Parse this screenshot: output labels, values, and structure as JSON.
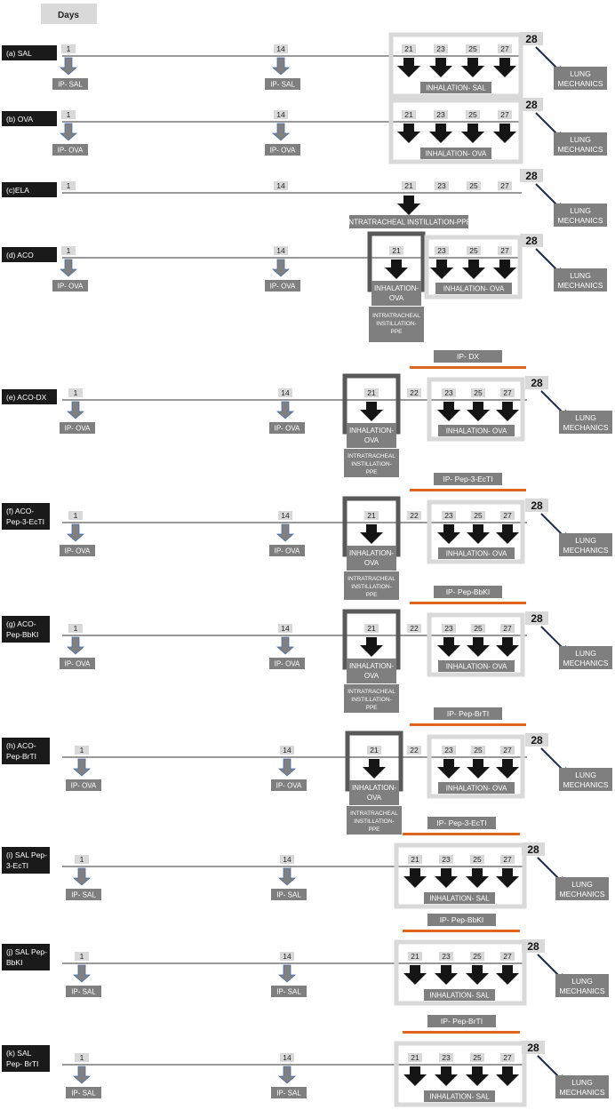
{
  "header": {
    "days_label": "Days"
  },
  "colors": {
    "group_label_bg": "#1a1a1a",
    "label_box_bg": "#7f7f7f",
    "day_box_bg": "#d9d9d9",
    "frame_light": "#d9d9d9",
    "frame_dark": "#595959",
    "treatment_bar": "#e0641e",
    "arrow_blue": "#4a6fb0",
    "arrow_navy": "#1f2d4d",
    "arrow_black": "#141414",
    "ip_arrow": "#808080"
  },
  "rows": [
    {
      "id": "a",
      "label": [
        "(a) SAL"
      ],
      "type": "A",
      "ip_label": "IP- SAL",
      "inhal_label": "INHALATION- SAL",
      "day_labels": [
        "1",
        "14",
        "21",
        "23",
        "25",
        "27",
        "28"
      ],
      "end_label": [
        "LUNG",
        "MECHANICS"
      ]
    },
    {
      "id": "b",
      "label": [
        "(b) OVA"
      ],
      "type": "A",
      "ip_label": "IP- OVA",
      "inhal_label": "INHALATION- OVA",
      "day_labels": [
        "1",
        "14",
        "21",
        "23",
        "25",
        "27",
        "28"
      ],
      "end_label": [
        "LUNG",
        "MECHANICS"
      ]
    },
    {
      "id": "c",
      "label": [
        "(c)ELA"
      ],
      "type": "C",
      "itp_label": "INTRATRACHEAL INSTILLATION-PPE",
      "day_labels": [
        "1",
        "14",
        "21",
        "23",
        "25",
        "27",
        "28"
      ],
      "end_label": [
        "LUNG",
        "MECHANICS"
      ]
    },
    {
      "id": "d",
      "label": [
        "(d) ACO"
      ],
      "type": "D",
      "ip_label": "IP- OVA",
      "inhal_label": "INHALATION- OVA",
      "inhal21": [
        "INHALATION-",
        "OVA"
      ],
      "itp": [
        "INTRATRACHEAL",
        "INSTILLATION-",
        "PPE"
      ],
      "day_labels": [
        "1",
        "14",
        "21",
        "23",
        "25",
        "27",
        "28"
      ],
      "end_label": [
        "LUNG",
        "MECHANICS"
      ]
    },
    {
      "id": "e",
      "label": [
        "(e) ACO-DX"
      ],
      "type": "E",
      "ip_label": "IP- OVA",
      "inhal_label": "INHALATION- OVA",
      "treatment": "IP- DX",
      "inhal21": [
        "INHALATION-",
        "OVA"
      ],
      "itp": [
        "INTRATRACHEAL",
        "INSTILLATION-",
        "PPE"
      ],
      "day_labels": [
        "1",
        "14",
        "21",
        "22",
        "23",
        "25",
        "27",
        "28"
      ],
      "end_label": [
        "LUNG",
        "MECHANICS"
      ]
    },
    {
      "id": "f",
      "label": [
        "(f) ACO-",
        "Pep-3-EcTI"
      ],
      "type": "E",
      "ip_label": "IP- OVA",
      "inhal_label": "INHALATION- OVA",
      "treatment": "IP- Pep-3-EcTI",
      "inhal21": [
        "INHALATION-",
        "OVA"
      ],
      "itp": [
        "INTRATRACHEAL",
        "INSTILLATION-",
        "PPE"
      ],
      "day_labels": [
        "1",
        "14",
        "21",
        "22",
        "23",
        "25",
        "27",
        "28"
      ],
      "end_label": [
        "LUNG",
        "MECHANICS"
      ]
    },
    {
      "id": "g",
      "label": [
        "(g) ACO-",
        "Pep-BbKI"
      ],
      "type": "E",
      "ip_label": "IP- OVA",
      "inhal_label": "INHALATION- OVA",
      "treatment": "IP- Pep-BbKI",
      "inhal21": [
        "INHALATION-",
        "OVA"
      ],
      "itp": [
        "INTRATRACHEAL",
        "INSTILLATION-",
        "PPE"
      ],
      "day_labels": [
        "1",
        "14",
        "21",
        "22",
        "23",
        "25",
        "27",
        "28"
      ],
      "end_label": [
        "LUNG",
        "MECHANICS"
      ]
    },
    {
      "id": "h",
      "label": [
        "(h) ACO-",
        "Pep-BrTI"
      ],
      "type": "E",
      "ip_label": "IP- OVA",
      "inhal_label": "INHALATION- OVA",
      "treatment": "IP- Pep-BrTI",
      "inhal21": [
        "INHALATION-",
        "OVA"
      ],
      "itp": [
        "INTRATRACHEAL",
        "INSTILLATION-",
        "PPE"
      ],
      "day_labels": [
        "1",
        "14",
        "21",
        "22",
        "23",
        "25",
        "27",
        "28"
      ],
      "end_label": [
        "LUNG",
        "MECHANICS"
      ]
    },
    {
      "id": "i",
      "label": [
        "(i) SAL Pep-",
        "3-EcTI"
      ],
      "type": "I",
      "ip_label": "IP- SAL",
      "inhal_label": "INHALATION- SAL",
      "treatment": "IP- Pep-3-EcTI",
      "day_labels": [
        "1",
        "14",
        "21",
        "23",
        "25",
        "27",
        "28"
      ],
      "end_label": [
        "LUNG",
        "MECHANICS"
      ]
    },
    {
      "id": "j",
      "label": [
        "(j) SAL Pep-",
        "BbKI"
      ],
      "type": "I",
      "ip_label": "IP- SAL",
      "inhal_label": "INHALATION- SAL",
      "treatment": "IP- Pep-BbKI",
      "day_labels": [
        "1",
        "14",
        "21",
        "23",
        "25",
        "27",
        "28"
      ],
      "end_label": [
        "LUNG",
        "MECHANICS"
      ]
    },
    {
      "id": "k",
      "label": [
        "(k) SAL",
        "Pep- BrTI"
      ],
      "type": "I",
      "ip_label": "IP- SAL",
      "inhal_label": "INHALATION- SAL",
      "treatment": "IP- Pep-BrTI",
      "day_labels": [
        "1",
        "14",
        "21",
        "23",
        "25",
        "27",
        "28"
      ],
      "end_label": [
        "LUNG",
        "MECHANICS"
      ]
    }
  ]
}
